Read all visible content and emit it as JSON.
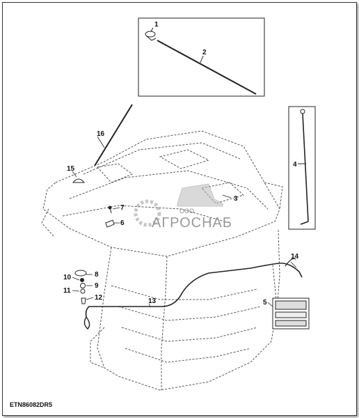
{
  "diagram": {
    "code": "ETN86082DR5",
    "colors": {
      "line": "#222222",
      "dashed": "#555555",
      "watermark": "#9a9a9a"
    },
    "callouts": [
      {
        "id": "1",
        "label": "1"
      },
      {
        "id": "2",
        "label": "2"
      },
      {
        "id": "3",
        "label": "3"
      },
      {
        "id": "4",
        "label": "4"
      },
      {
        "id": "5",
        "label": "5"
      },
      {
        "id": "6",
        "label": "6"
      },
      {
        "id": "7",
        "label": "7"
      },
      {
        "id": "8",
        "label": "8"
      },
      {
        "id": "9",
        "label": "9"
      },
      {
        "id": "10",
        "label": "10"
      },
      {
        "id": "11",
        "label": "11"
      },
      {
        "id": "12",
        "label": "12"
      },
      {
        "id": "13",
        "label": "13"
      },
      {
        "id": "14",
        "label": "14"
      },
      {
        "id": "15",
        "label": "15"
      },
      {
        "id": "16",
        "label": "16"
      }
    ]
  },
  "watermark": {
    "prefix": "ООО",
    "name": "АГРОСНАБ"
  }
}
